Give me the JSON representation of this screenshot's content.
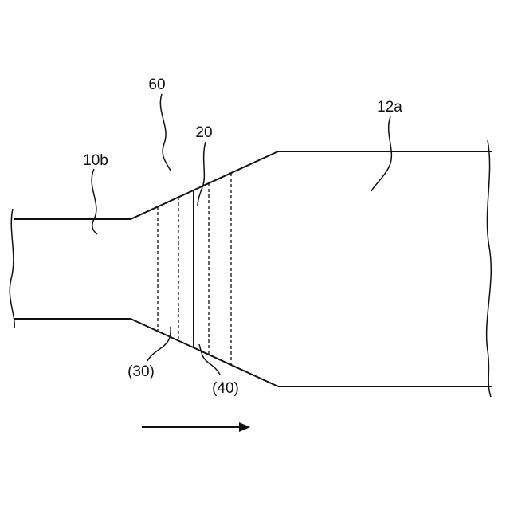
{
  "labels": {
    "l60": "60",
    "l20": "20",
    "l12a": "12a",
    "l10b": "10b",
    "l30": "(30)",
    "l40": "(40)"
  }
}
